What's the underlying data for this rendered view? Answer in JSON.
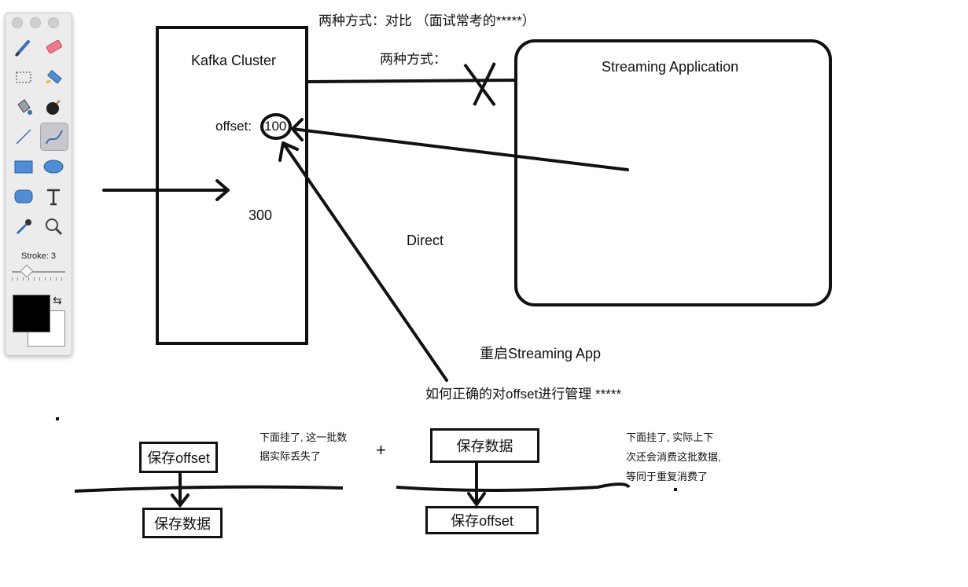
{
  "palette": {
    "stroke_label": "Stroke: 3",
    "tools": [
      "brush",
      "eraser",
      "selection",
      "highlighter",
      "paint-bucket",
      "bomb",
      "line",
      "curve",
      "rectangle",
      "ellipse",
      "rounded-rectangle",
      "text",
      "eyedropper",
      "zoom"
    ],
    "active_tool": "curve",
    "stroke_value": 3,
    "foreground_color": "#000000",
    "background_color": "#ffffff"
  },
  "canvas": {
    "heading": "两种方式：对比 （面试常考的*****）",
    "cluster_label": "Kafka Cluster",
    "offset_label": "offset:",
    "offset_value": "100",
    "count_value": "300",
    "two_ways_label": "两种方式：",
    "streaming_app_label": "Streaming Application",
    "direct_label": "Direct",
    "restart_label": "重启Streaming App",
    "manage_offset_label": "如何正确的对offset进行管理 *****",
    "left_scenario": {
      "top_box": "保存offset",
      "bottom_box": "保存数据",
      "note_line1": "下面挂了, 这一批数",
      "note_line2": "据实际丢失了"
    },
    "plus_sign": "+",
    "right_scenario": {
      "top_box": "保存数据",
      "bottom_box": "保存offset",
      "note_line1": "下面挂了, 实际上下",
      "note_line2": "次还会消费这批数据,",
      "note_line3": "等同于重复消费了"
    }
  }
}
